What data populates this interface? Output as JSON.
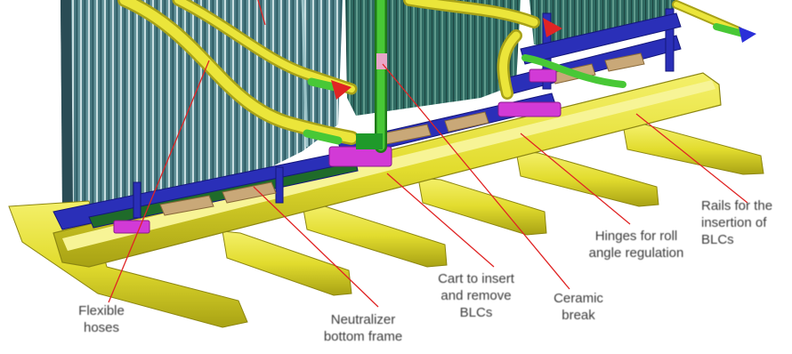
{
  "callouts": {
    "flexible_hoses": "Flexible\nhoses",
    "neutralizer_bottom_frame": "Neutralizer\nbottom frame",
    "cart": "Cart to insert\nand remove\nBLCs",
    "ceramic_break": "Ceramic\nbreak",
    "hinges": "Hinges for roll\nangle regulation",
    "rails": "Rails for the\ninsertion of\nBLCs"
  },
  "colors": {
    "rail_yellow": "#e8e23a",
    "frame_blue": "#2a2fb8",
    "pipe_green": "#3fbf2f",
    "hinge_magenta": "#d23ad6",
    "panel_teal": "#4a7f86",
    "callout_red": "#e02424"
  }
}
